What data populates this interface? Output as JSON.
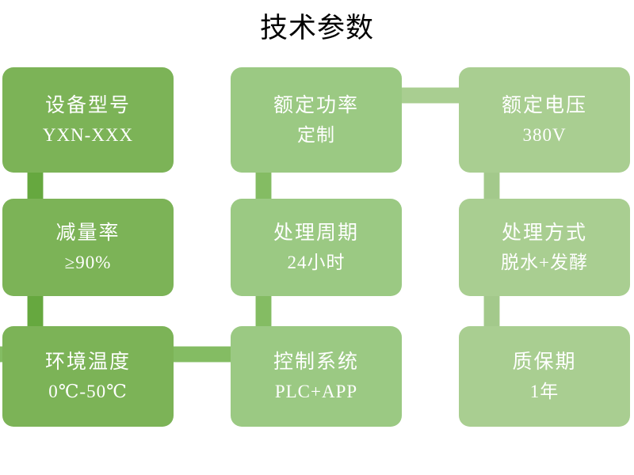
{
  "header": {
    "title": "技术参数"
  },
  "palette": {
    "green_dark": "#7CB357",
    "green_mid": "#9BC983",
    "green_light": "#A9CE91",
    "connector_dark": "#66A83F",
    "connector_mid": "#84BC63",
    "connector_light": "#AFD29A",
    "text": "#FFFFFF",
    "title_text": "#000000",
    "background": "#FFFFFF"
  },
  "spec_cards": [
    {
      "id": "model",
      "title": "设备型号",
      "value": "YXN-XXX",
      "shade": "dark",
      "row": 1,
      "col": 1
    },
    {
      "id": "rated-power",
      "title": "额定功率",
      "value": "定制",
      "shade": "mid",
      "row": 1,
      "col": 2
    },
    {
      "id": "rated-voltage",
      "title": "额定电压",
      "value": "380V",
      "shade": "light",
      "row": 1,
      "col": 3
    },
    {
      "id": "reduction",
      "title": "减量率",
      "value": "≥90%",
      "shade": "dark",
      "row": 2,
      "col": 1
    },
    {
      "id": "cycle",
      "title": "处理周期",
      "value": "24小时",
      "shade": "mid",
      "row": 2,
      "col": 2
    },
    {
      "id": "method",
      "title": "处理方式",
      "value": "脱水+发酵",
      "shade": "light",
      "row": 2,
      "col": 3
    },
    {
      "id": "temperature",
      "title": "环境温度",
      "value": "0℃-50℃",
      "shade": "dark",
      "row": 3,
      "col": 1
    },
    {
      "id": "control",
      "title": "控制系统",
      "value": "PLC+APP",
      "shade": "mid",
      "row": 3,
      "col": 2
    },
    {
      "id": "warranty",
      "title": "质保期",
      "value": "1年",
      "shade": "light",
      "row": 3,
      "col": 3
    }
  ],
  "connectors": [
    {
      "id": "v-col1-row1-row2",
      "orientation": "vertical",
      "shade": "dark"
    },
    {
      "id": "v-col1-row2-row3",
      "orientation": "vertical",
      "shade": "dark"
    },
    {
      "id": "v-col2-row1-row2",
      "orientation": "vertical",
      "shade": "mid"
    },
    {
      "id": "v-col2-row2-row3",
      "orientation": "vertical",
      "shade": "mid"
    },
    {
      "id": "v-col3-row1-row2",
      "orientation": "vertical",
      "shade": "light"
    },
    {
      "id": "v-col3-row2-row3",
      "orientation": "vertical",
      "shade": "light"
    },
    {
      "id": "h-row1-col2-col3",
      "orientation": "horizontal",
      "shade": "light"
    },
    {
      "id": "h-row3-col1-col2",
      "orientation": "horizontal",
      "shade": "mid"
    }
  ]
}
